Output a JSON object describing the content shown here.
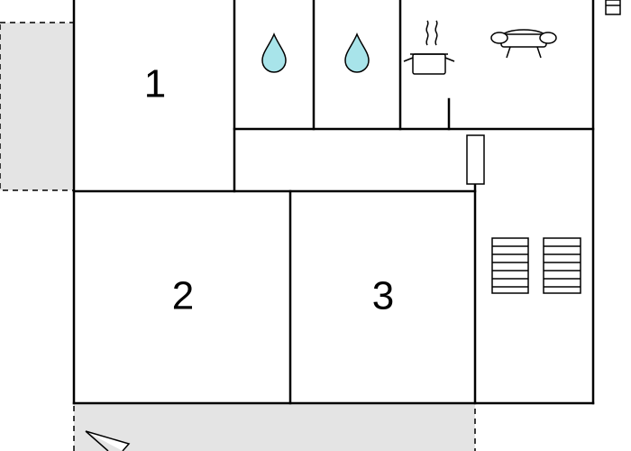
{
  "rooms": [
    {
      "number": "1"
    },
    {
      "number": "2"
    },
    {
      "number": "3"
    }
  ],
  "icons": {
    "water_1": "water-drop-icon",
    "water_2": "water-drop-icon",
    "kitchen": "cooking-pot-icon",
    "living": "sofa-icon",
    "radiator": "radiator-icon",
    "stairs": "stairs-icon"
  },
  "colors": {
    "wall": "#000000",
    "exterior": "#e4e4e4",
    "water": "#a8e4ea"
  }
}
